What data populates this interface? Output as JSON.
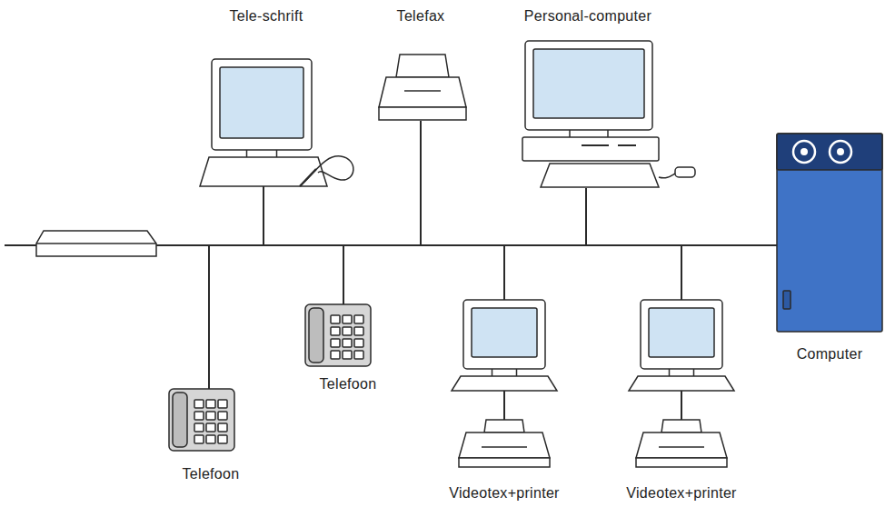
{
  "diagram": {
    "labels": [
      "Tele-schrift",
      "Telefax",
      "Personal-computer",
      "Computer",
      "Telefoon",
      "Telefoon",
      "Videotex+printer",
      "Videotex+printer"
    ]
  }
}
